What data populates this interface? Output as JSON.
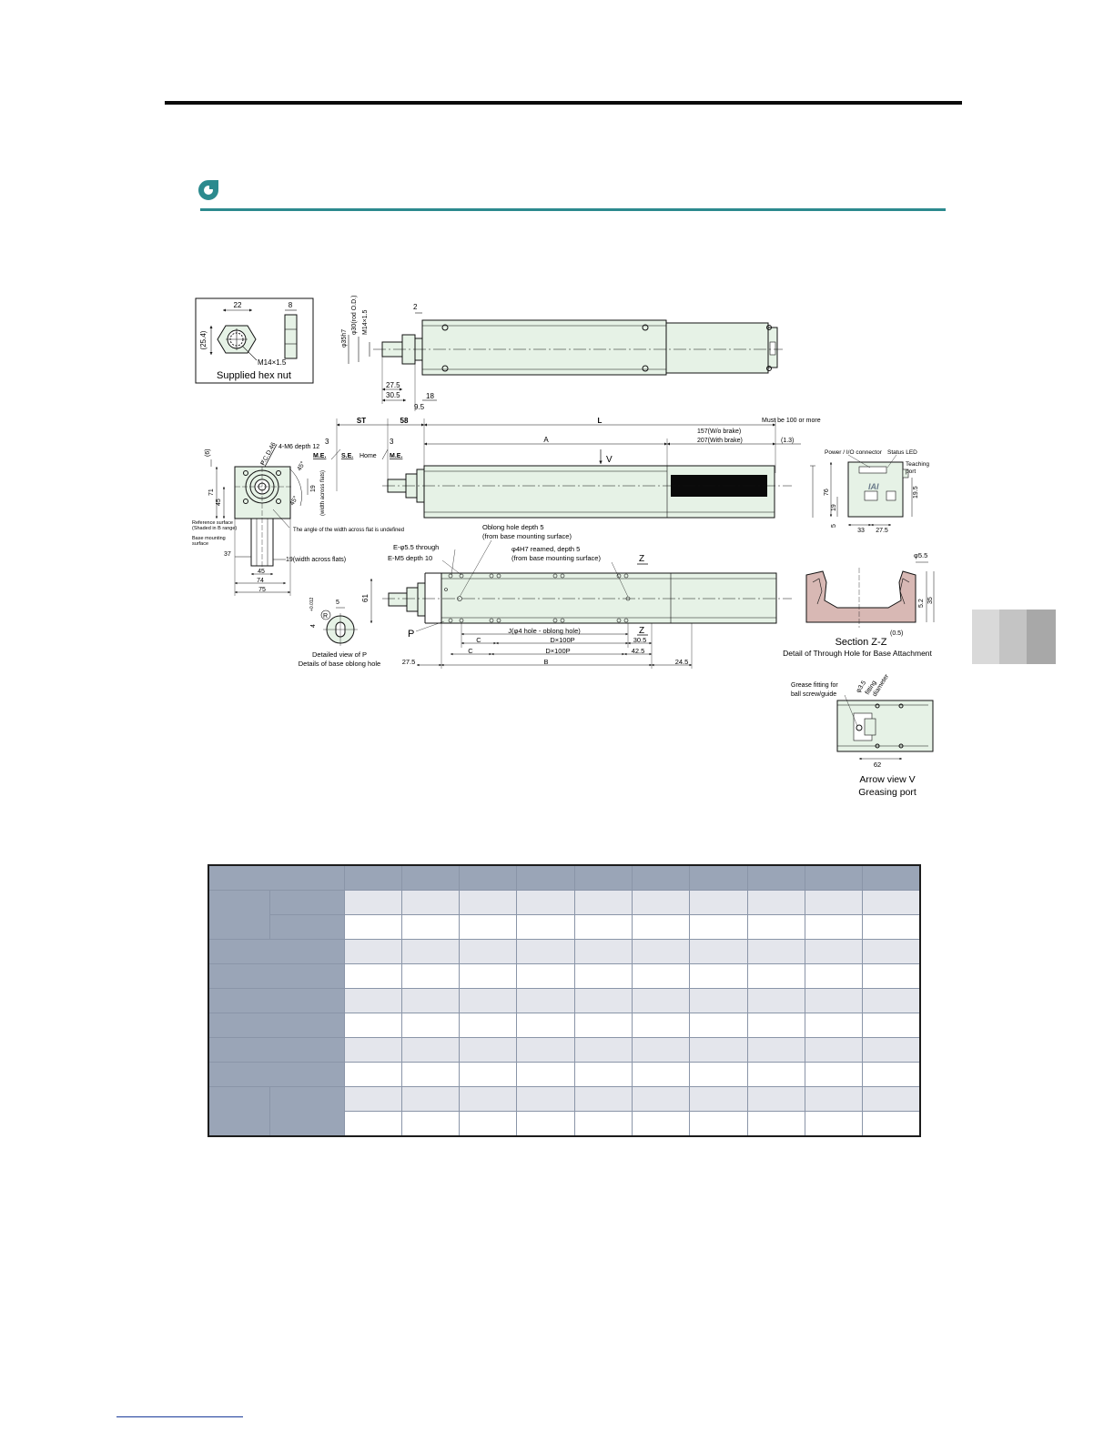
{
  "colors": {
    "accent": "#2c8a8e",
    "body_fill": "#e6f2e6",
    "table_header": "#9aa5b7",
    "table_shade": "#e4e6ec"
  },
  "hex_nut": {
    "caption": "Supplied hex nut",
    "dim_width": "22",
    "dim_thick": "8",
    "dim_height": "(25.4)",
    "thread": "M14×1.5"
  },
  "top_view": {
    "d1": "φ35h7",
    "d2": "φ30(rod O.D.)",
    "d3": "M14×1.5",
    "d4": "2",
    "d5": "27.5",
    "d6": "30.5",
    "d7": "18",
    "d8": "9.5"
  },
  "side_view": {
    "st": "ST",
    "d58": "58",
    "l": "L",
    "must": "Must be 100 or more",
    "wo_brake": "157(W/o brake)",
    "w_brake": "207(With brake)",
    "a": "A",
    "d13": "(1.3)",
    "d3a": "3",
    "d3b": "3",
    "se": "S.E.",
    "home": "Home",
    "me1": "M.E.",
    "me2": "M.E.",
    "v": "V"
  },
  "end_view": {
    "d6": "(6)",
    "pcd": "P.C.D.46",
    "m6": "4-M6 depth 12",
    "d71": "71",
    "d45v": "45",
    "d19": "19",
    "wa": "(width across flats)",
    "ang45a": "45°",
    "ang45b": "45°",
    "angle_note": "The angle of the width across flat is undefined",
    "ref1": "Reference surface",
    "ref2": "(Shaded in B range)",
    "base1": "Base mounting",
    "base2": "surface",
    "d37": "37",
    "flats": "19(width across flats)",
    "d45": "45",
    "d74": "74",
    "d75": "75"
  },
  "plan_view": {
    "oblong1": "Oblong hole depth 5",
    "oblong2": "(from base mounting surface)",
    "through": "E-φ5.5 through",
    "m5": "E-M5 depth 10",
    "ream1": "φ4H7 reamed, depth 5",
    "ream2": "(from base mounting surface)",
    "z1": "Z",
    "z2": "Z",
    "d61": "61",
    "p": "P",
    "j": "J(φ4 hole - oblong hole)",
    "c1": "C",
    "c2": "C",
    "d100p1": "D×100P",
    "d100p2": "D×100P",
    "d305": "30.5",
    "d425": "42.5",
    "d275": "27.5",
    "b": "B",
    "d245": "24.5"
  },
  "detail_p": {
    "d5": "5",
    "d4": "4",
    "tol": "+0.012",
    "r": "R",
    "cap1": "Detailed view of P",
    "cap2": "Details of base oblong hole"
  },
  "connector_view": {
    "power": "Power / I/O connector",
    "led": "Status LED",
    "teach1": "Teaching",
    "teach2": "port",
    "d76": "76",
    "d19": "19",
    "d5": "5",
    "d195": "19.5",
    "d33": "33",
    "d275": "27.5",
    "logo": "IAI"
  },
  "section_zz": {
    "d55": "φ5.5",
    "d52": "5.2",
    "d35": "35",
    "d05": "(0.5)",
    "title": "Section Z-Z",
    "sub": "Detail of Through Hole for Base Attachment"
  },
  "arrow_v": {
    "grease1": "Grease fitting for",
    "grease2": "ball screw/guide",
    "fit1": "φ3.5",
    "fit2": "fitting",
    "fit3": "diameter",
    "d62": "62",
    "title1": "Arrow view V",
    "title2": "Greasing port"
  }
}
